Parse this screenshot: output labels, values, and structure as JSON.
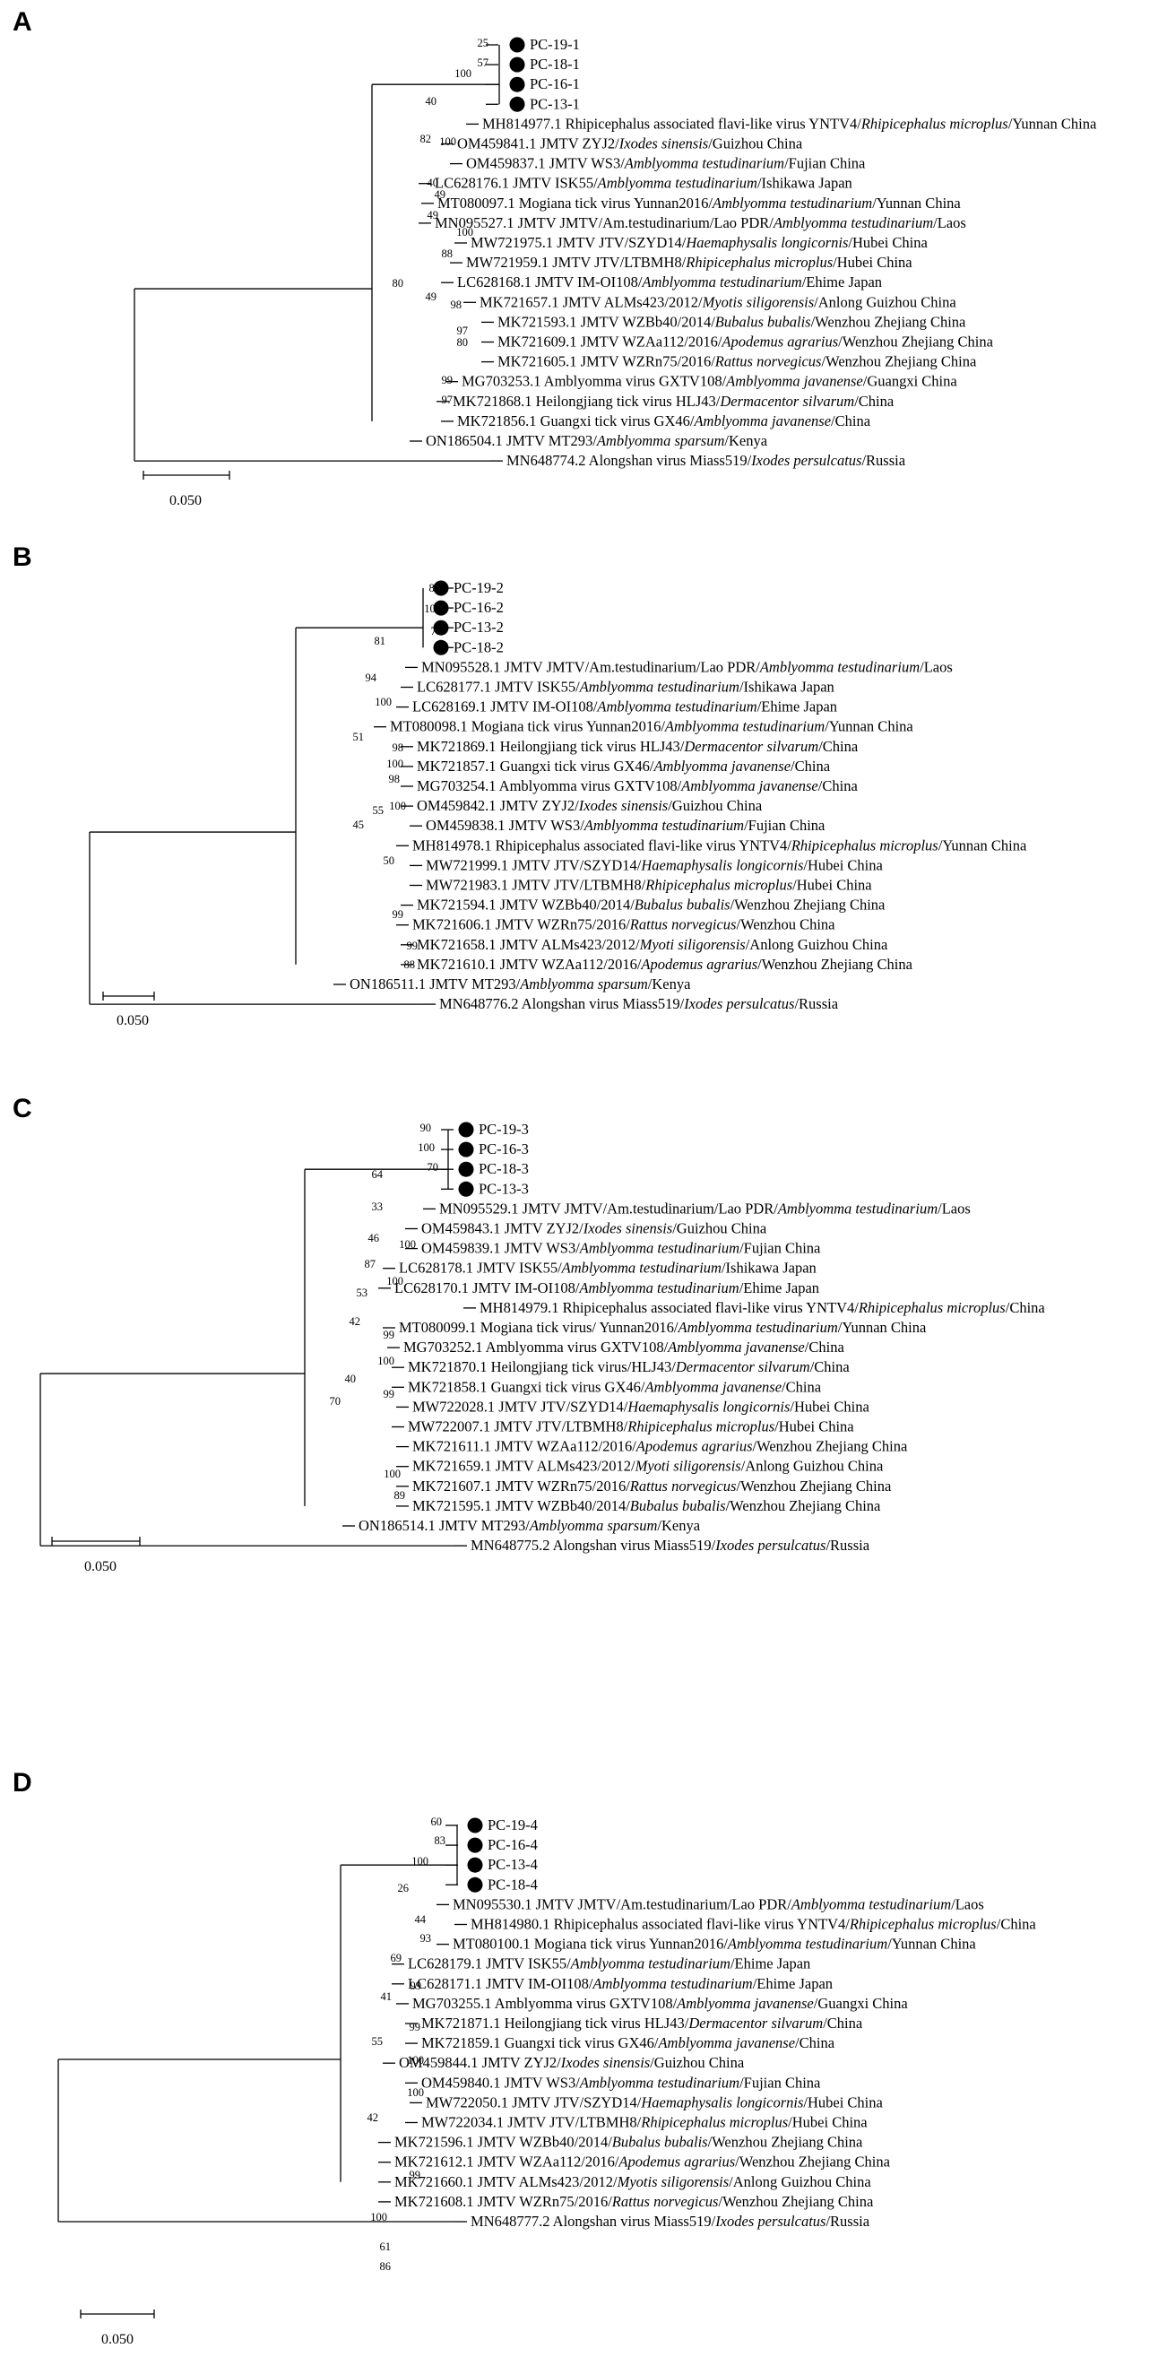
{
  "colors": {
    "line": "#000000",
    "marker": "#000000",
    "background": "#ffffff"
  },
  "panels": [
    {
      "letter": "A",
      "scale_label": "0.050",
      "boot_labels": [
        "25",
        "57",
        "100",
        "40",
        "82",
        "100",
        "40",
        "49",
        "49",
        "100",
        "88",
        "80",
        "49",
        "98",
        "97",
        "80",
        "99",
        "97"
      ],
      "leaves": [
        {
          "label": "PC-19-1",
          "marker": true
        },
        {
          "label": "PC-18-1",
          "marker": true
        },
        {
          "label": "PC-16-1",
          "marker": true
        },
        {
          "label": "PC-13-1",
          "marker": true
        },
        {
          "label": "MH814977.1 Rhipicephalus associated flavi-like virus YNTV4/",
          "host": "Rhipicephalus microplus",
          "place": "/Yunnan China"
        },
        {
          "label": "OM459841.1 JMTV ZYJ2/",
          "host": "Ixodes sinensis",
          "place": "/Guizhou China"
        },
        {
          "label": "OM459837.1 JMTV WS3/",
          "host": "Amblyomma testudinarium",
          "place": "/Fujian China"
        },
        {
          "label": "LC628176.1 JMTV ISK55/",
          "host": "Amblyomma testudinarium",
          "place": "/Ishikawa Japan"
        },
        {
          "label": "MT080097.1 Mogiana tick virus Yunnan2016/",
          "host": "Amblyomma testudinarium",
          "place": "/Yunnan China"
        },
        {
          "label": "MN095527.1 JMTV JMTV/Am.testudinarium/Lao PDR/",
          "host": "Amblyomma testudinarium",
          "place": "/Laos"
        },
        {
          "label": "MW721975.1 JMTV JTV/SZYD14/",
          "host": "Haemaphysalis longicornis",
          "place": "/Hubei China"
        },
        {
          "label": "MW721959.1 JMTV JTV/LTBMH8/",
          "host": "Rhipicephalus microplus",
          "place": "/Hubei China"
        },
        {
          "label": "LC628168.1 JMTV IM-OI108/",
          "host": "Amblyomma testudinarium",
          "place": "/Ehime Japan"
        },
        {
          "label": "MK721657.1 JMTV ALMs423/2012/",
          "host": "Myotis siligorensis",
          "place": "/Anlong Guizhou China"
        },
        {
          "label": "MK721593.1 JMTV WZBb40/2014/",
          "host": "Bubalus bubalis",
          "place": "/Wenzhou Zhejiang China"
        },
        {
          "label": "MK721609.1 JMTV WZAa112/2016/",
          "host": "Apodemus agrarius",
          "place": "/Wenzhou Zhejiang China"
        },
        {
          "label": "MK721605.1 JMTV WZRn75/2016/",
          "host": "Rattus norvegicus",
          "place": "/Wenzhou Zhejiang China"
        },
        {
          "label": "MG703253.1 Amblyomma virus GXTV108/",
          "host": "Amblyomma javanense",
          "place": "/Guangxi China"
        },
        {
          "label": "MK721868.1 Heilongjiang tick virus HLJ43/",
          "host": "Dermacentor silvarum",
          "place": "/China"
        },
        {
          "label": "MK721856.1 Guangxi tick virus GX46/",
          "host": "Amblyomma javanense",
          "place": "/China"
        },
        {
          "label": "ON186504.1 JMTV MT293/",
          "host": "Amblyomma sparsum",
          "place": "/Kenya"
        },
        {
          "label": "MN648774.2 Alongshan virus Miass519/",
          "host": "Ixodes persulcatus",
          "place": "/Russia"
        }
      ]
    },
    {
      "letter": "B",
      "scale_label": "0.050",
      "boot_labels": [
        "82",
        "100",
        "71",
        "81",
        "94",
        "100",
        "51",
        "98",
        "100",
        "98",
        "55",
        "100",
        "45",
        "50",
        "99",
        "99",
        "88"
      ],
      "leaves": [
        {
          "label": "PC-19-2",
          "marker": true
        },
        {
          "label": "PC-16-2",
          "marker": true
        },
        {
          "label": "PC-13-2",
          "marker": true
        },
        {
          "label": "PC-18-2",
          "marker": true
        },
        {
          "label": "MN095528.1 JMTV JMTV/Am.testudinarium/Lao PDR/",
          "host": "Amblyomma testudinarium",
          "place": "/Laos"
        },
        {
          "label": "LC628177.1 JMTV ISK55/",
          "host": "Amblyomma testudinarium",
          "place": "/Ishikawa Japan"
        },
        {
          "label": "LC628169.1 JMTV IM-OI108/",
          "host": "Amblyomma testudinarium",
          "place": "/Ehime Japan"
        },
        {
          "label": "MT080098.1 Mogiana tick virus Yunnan2016/",
          "host": "Amblyomma testudinarium",
          "place": "/Yunnan China"
        },
        {
          "label": "MK721869.1 Heilongjiang tick virus HLJ43/",
          "host": "Dermacentor silvarum",
          "place": "/China"
        },
        {
          "label": "MK721857.1 Guangxi tick virus GX46/",
          "host": "Amblyomma javanense",
          "place": "/China"
        },
        {
          "label": "MG703254.1 Amblyomma virus GXTV108/",
          "host": "Amblyomma javanense",
          "place": "/China"
        },
        {
          "label": "OM459842.1 JMTV ZYJ2/",
          "host": "Ixodes sinensis",
          "place": "/Guizhou China"
        },
        {
          "label": "OM459838.1 JMTV WS3/",
          "host": "Amblyomma testudinarium",
          "place": "/Fujian China"
        },
        {
          "label": "MH814978.1 Rhipicephalus associated flavi-like virus YNTV4/",
          "host": "Rhipicephalus microplus",
          "place": "/Yunnan China"
        },
        {
          "label": "MW721999.1 JMTV JTV/SZYD14/",
          "host": "Haemaphysalis longicornis",
          "place": "/Hubei China"
        },
        {
          "label": "MW721983.1 JMTV JTV/LTBMH8/",
          "host": "Rhipicephalus microplus",
          "place": "/Hubei China"
        },
        {
          "label": "MK721594.1 JMTV WZBb40/2014/",
          "host": "Bubalus bubalis",
          "place": "/Wenzhou Zhejiang China"
        },
        {
          "label": "MK721606.1 JMTV WZRn75/2016/",
          "host": "Rattus norvegicus",
          "place": "/Wenzhou China"
        },
        {
          "label": "MK721658.1 JMTV ALMs423/2012/",
          "host": "Myoti siligorensis",
          "place": "/Anlong Guizhou China"
        },
        {
          "label": "MK721610.1 JMTV WZAa112/2016/",
          "host": "Apodemus agrarius",
          "place": "/Wenzhou Zhejiang China"
        },
        {
          "label": "ON186511.1 JMTV MT293/",
          "host": "Amblyomma sparsum",
          "place": "/Kenya"
        },
        {
          "label": "MN648776.2 Alongshan virus Miass519/",
          "host": "Ixodes persulcatus",
          "place": "/Russia"
        }
      ]
    },
    {
      "letter": "C",
      "scale_label": "0.050",
      "boot_labels": [
        "90",
        "100",
        "70",
        "64",
        "33",
        "46",
        "100",
        "87",
        "100",
        "53",
        "42",
        "99",
        "100",
        "40",
        "99",
        "70",
        "100",
        "89"
      ],
      "leaves": [
        {
          "label": "PC-19-3",
          "marker": true
        },
        {
          "label": "PC-16-3",
          "marker": true
        },
        {
          "label": "PC-18-3",
          "marker": true
        },
        {
          "label": "PC-13-3",
          "marker": true
        },
        {
          "label": "MN095529.1 JMTV JMTV/Am.testudinarium/Lao PDR/",
          "host": "Amblyomma testudinarium",
          "place": "/Laos"
        },
        {
          "label": "OM459843.1 JMTV ZYJ2/",
          "host": "Ixodes sinensis",
          "place": "/Guizhou China"
        },
        {
          "label": "OM459839.1 JMTV WS3/",
          "host": "Amblyomma testudinarium",
          "place": "/Fujian China"
        },
        {
          "label": "LC628178.1 JMTV ISK55/",
          "host": "Amblyomma testudinarium",
          "place": "/Ishikawa Japan"
        },
        {
          "label": "LC628170.1 JMTV IM-OI108/",
          "host": "Amblyomma testudinarium",
          "place": "/Ehime Japan"
        },
        {
          "label": "MH814979.1 Rhipicephalus associated flavi-like virus YNTV4/",
          "host": "Rhipicephalus microplus",
          "place": "/China"
        },
        {
          "label": "MT080099.1 Mogiana tick virus/ Yunnan2016/",
          "host": "Amblyomma testudinarium",
          "place": "/Yunnan China"
        },
        {
          "label": "MG703252.1 Amblyomma virus GXTV108/",
          "host": "Amblyomma javanense",
          "place": "/China"
        },
        {
          "label": "MK721870.1 Heilongjiang tick virus/HLJ43/",
          "host": "Dermacentor silvarum",
          "place": "/China"
        },
        {
          "label": "MK721858.1 Guangxi tick virus GX46/",
          "host": "Amblyomma javanense",
          "place": "/China"
        },
        {
          "label": "MW722028.1 JMTV JTV/SZYD14/",
          "host": "Haemaphysalis longicornis",
          "place": "/Hubei China"
        },
        {
          "label": "MW722007.1 JMTV JTV/LTBMH8/",
          "host": "Rhipicephalus microplus",
          "place": "/Hubei China"
        },
        {
          "label": "MK721611.1 JMTV WZAa112/2016/",
          "host": "Apodemus agrarius",
          "place": "/Wenzhou Zhejiang China"
        },
        {
          "label": "MK721659.1 JMTV ALMs423/2012/",
          "host": "Myoti siligorensis",
          "place": "/Anlong Guizhou China"
        },
        {
          "label": "MK721607.1 JMTV WZRn75/2016/",
          "host": "Rattus norvegicus",
          "place": "/Wenzhou Zhejiang China"
        },
        {
          "label": "MK721595.1 JMTV WZBb40/2014/",
          "host": "Bubalus bubalis",
          "place": "/Wenzhou Zhejiang China"
        },
        {
          "label": "ON186514.1 JMTV MT293/",
          "host": "Amblyomma sparsum",
          "place": "/Kenya"
        },
        {
          "label": "MN648775.2 Alongshan virus Miass519/",
          "host": "Ixodes persulcatus",
          "place": "/Russia"
        }
      ]
    },
    {
      "letter": "D",
      "scale_label": "0.050",
      "boot_labels": [
        "60",
        "83",
        "100",
        "26",
        "44",
        "93",
        "69",
        "99",
        "41",
        "99",
        "55",
        "100",
        "100",
        "42",
        "99",
        "100",
        "61",
        "86"
      ],
      "leaves": [
        {
          "label": "PC-19-4",
          "marker": true
        },
        {
          "label": "PC-16-4",
          "marker": true
        },
        {
          "label": "PC-13-4",
          "marker": true
        },
        {
          "label": "PC-18-4",
          "marker": true
        },
        {
          "label": "MN095530.1 JMTV JMTV/Am.testudinarium/Lao PDR/",
          "host": "Amblyomma testudinarium",
          "place": "/Laos"
        },
        {
          "label": "MH814980.1 Rhipicephalus associated flavi-like virus YNTV4/",
          "host": "Rhipicephalus microplus",
          "place": "/China"
        },
        {
          "label": "MT080100.1 Mogiana tick virus Yunnan2016/",
          "host": "Amblyomma testudinarium",
          "place": "/Yunnan China"
        },
        {
          "label": "LC628179.1 JMTV ISK55/",
          "host": "Amblyomma testudinarium",
          "place": "/Ehime Japan"
        },
        {
          "label": "LC628171.1 JMTV IM-OI108/",
          "host": "Amblyomma testudinarium",
          "place": "/Ehime Japan"
        },
        {
          "label": "MG703255.1 Amblyomma virus GXTV108/",
          "host": "Amblyomma javanense",
          "place": "/Guangxi China"
        },
        {
          "label": "MK721871.1 Heilongjiang tick virus HLJ43/",
          "host": "Dermacentor silvarum",
          "place": "/China"
        },
        {
          "label": "MK721859.1 Guangxi tick virus GX46/",
          "host": "Amblyomma javanense",
          "place": "/China"
        },
        {
          "label": "OM459844.1 JMTV ZYJ2/",
          "host": "Ixodes sinensis",
          "place": "/Guizhou China"
        },
        {
          "label": "OM459840.1 JMTV WS3/",
          "host": "Amblyomma testudinarium",
          "place": "/Fujian China"
        },
        {
          "label": "MW722050.1 JMTV JTV/SZYD14/",
          "host": "Haemaphysalis longicornis",
          "place": "/Hubei China"
        },
        {
          "label": "MW722034.1 JMTV JTV/LTBMH8/",
          "host": "Rhipicephalus microplus",
          "place": "/Hubei China"
        },
        {
          "label": "MK721596.1 JMTV WZBb40/2014/",
          "host": "Bubalus bubalis",
          "place": "/Wenzhou Zhejiang China"
        },
        {
          "label": "MK721612.1 JMTV WZAa112/2016/",
          "host": "Apodemus agrarius",
          "place": "/Wenzhou Zhejiang China"
        },
        {
          "label": "MK721660.1 JMTV ALMs423/2012/",
          "host": "Myotis siligorensis",
          "place": "/Anlong Guizhou China"
        },
        {
          "label": "MK721608.1 JMTV WZRn75/2016/",
          "host": "Rattus norvegicus",
          "place": "/Wenzhou Zhejiang China"
        },
        {
          "label": "MN648777.2 Alongshan virus Miass519/",
          "host": "Ixodes persulcatus",
          "place": "/Russia"
        }
      ]
    }
  ]
}
